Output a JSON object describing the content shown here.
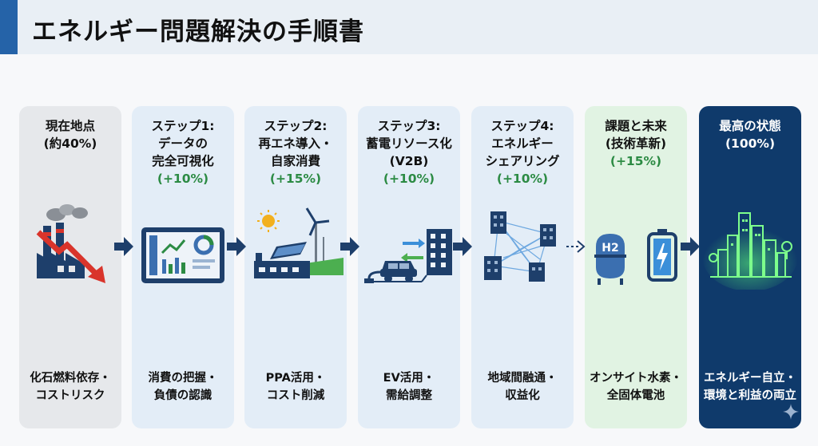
{
  "title": "エネルギー問題解決の手順書",
  "steps": [
    {
      "head": [
        "現在地点",
        "(約40%)"
      ],
      "pct": "",
      "foot": [
        "化石燃料依存・",
        "コストリスク"
      ],
      "icon": "factory-decline-icon"
    },
    {
      "head": [
        "ステップ1:",
        "データの",
        "完全可視化"
      ],
      "pct": "(+10%)",
      "foot": [
        "消費の把握・",
        "負債の認識"
      ],
      "icon": "dashboard-monitor-icon"
    },
    {
      "head": [
        "ステップ2:",
        "再エネ導入・",
        "自家消費"
      ],
      "pct": "(+15%)",
      "foot": [
        "PPA活用・",
        "コスト削減"
      ],
      "icon": "solar-wind-factory-icon"
    },
    {
      "head": [
        "ステップ3:",
        "蓄電リソース化",
        "(V2B)"
      ],
      "pct": "(+10%)",
      "foot": [
        "EV活用・",
        "需給調整"
      ],
      "icon": "ev-to-building-icon"
    },
    {
      "head": [
        "ステップ4:",
        "エネルギー",
        "シェアリング"
      ],
      "pct": "(+10%)",
      "foot": [
        "地域間融通・",
        "収益化"
      ],
      "icon": "building-network-icon"
    },
    {
      "head": [
        "課題と未来",
        "(技術革新)"
      ],
      "pct": "(+15%)",
      "foot": [
        "オンサイト水素・",
        "全固体電池"
      ],
      "icon": "hydrogen-battery-icon"
    },
    {
      "head": [
        "最高の状態",
        "(100%)"
      ],
      "pct": "",
      "foot": [
        "エネルギー自立・",
        "環境と利益の両立"
      ],
      "icon": "green-city-icon"
    }
  ],
  "h2_label": "H2",
  "colors": {
    "accent": "#2563a8",
    "navy": "#0f3a6b",
    "green": "#2c8b44",
    "arrow": "#1e3f6b"
  }
}
